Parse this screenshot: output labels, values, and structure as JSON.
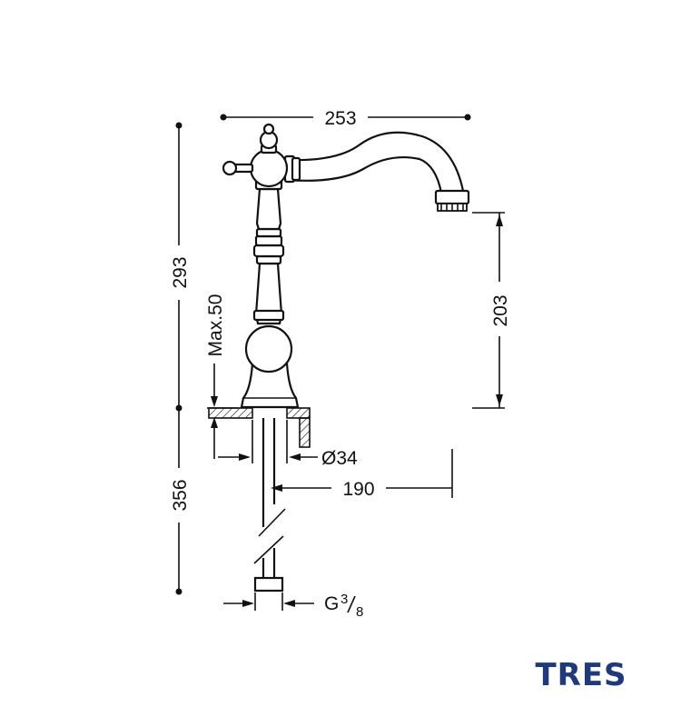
{
  "dimensions": {
    "width_top": "253",
    "height_total": "293",
    "spout_height": "203",
    "counter_max": "Max.50",
    "base_diameter": "Ø34",
    "reach": "190",
    "below_counter": "356",
    "thread_main": "G",
    "thread_num": "3",
    "thread_den": "8"
  },
  "brand": {
    "logo_text": "TRES",
    "color": "#1f3a7a"
  }
}
